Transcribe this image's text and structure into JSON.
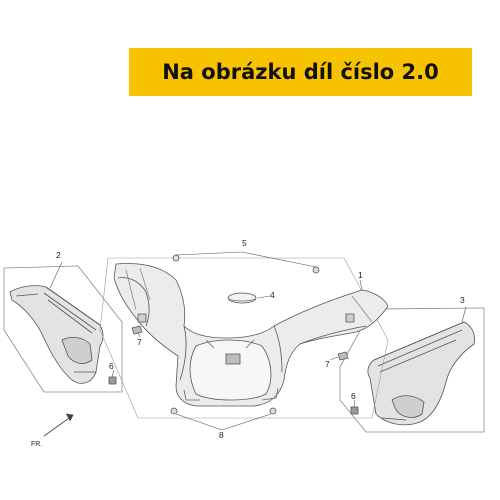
{
  "banner": {
    "text": "Na obrázku díl číslo 2.0",
    "background": "#f7c300"
  },
  "direction_label": "FR.",
  "callouts": {
    "c1": "1",
    "c2": "2",
    "c3": "3",
    "c4": "4",
    "c5": "5",
    "c6_left": "6",
    "c6_right": "6",
    "c7_left": "7",
    "c7_right": "7",
    "c8": "8"
  },
  "colors": {
    "line": "#555555",
    "shade": "#d9d9d9",
    "dark": "#777777"
  }
}
